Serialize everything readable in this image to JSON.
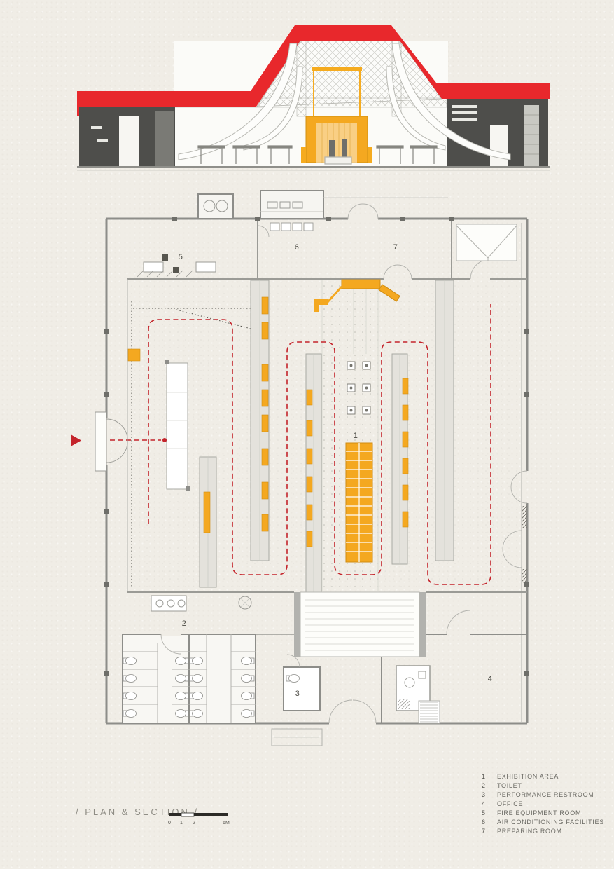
{
  "page": {
    "background": "#f0ede6"
  },
  "colors": {
    "roof_red": "#e8282c",
    "circulation_red": "#c4242b",
    "exhibit_yellow": "#f4a820",
    "wall_dark": "#4e4e4b",
    "wall_gray": "#8d8d89",
    "paper": "#f0ede6"
  },
  "plan": {
    "room_numbers": [
      "1",
      "2",
      "3",
      "4",
      "5",
      "6",
      "7"
    ]
  },
  "titleblock": {
    "title": "/ PLAN & SECTION /",
    "scale_ticks": [
      "0",
      "1",
      "2",
      "6M"
    ]
  },
  "legend": {
    "items": [
      {
        "num": "1",
        "label": "EXHIBITION AREA"
      },
      {
        "num": "2",
        "label": "TOILET"
      },
      {
        "num": "3",
        "label": "PERFORMANCE RESTROOM"
      },
      {
        "num": "4",
        "label": "OFFICE"
      },
      {
        "num": "5",
        "label": "FIRE EQUIPMENT ROOM"
      },
      {
        "num": "6",
        "label": "AIR CONDITIONING FACILITIES"
      },
      {
        "num": "7",
        "label": "PREPARING ROOM"
      }
    ]
  }
}
